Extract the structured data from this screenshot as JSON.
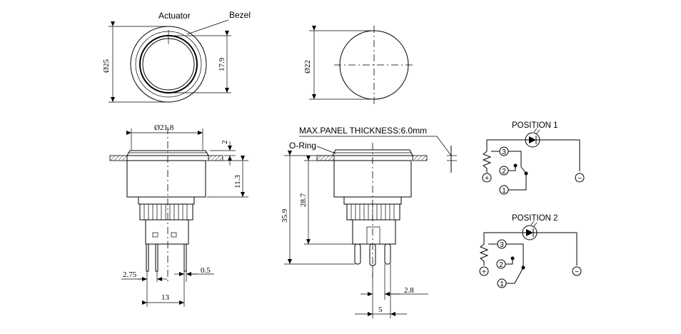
{
  "front_view": {
    "actuator_label": "Actuator",
    "bezel_label": "Bezel",
    "dim_outer": "Ø25",
    "dim_inner": "17.9"
  },
  "panel_cutout": {
    "dim": "Ø22"
  },
  "side_view": {
    "dim_bezel_width": "Ø21.8",
    "dim_bezel_height": "2",
    "dim_body": "11.3",
    "dim_pin_offset": "2.75",
    "dim_pin_thickness": "0.5",
    "dim_pin_span": "13"
  },
  "section_view": {
    "panel_note": "MAX.PANEL THICKNESS:6.0mm",
    "oring_label": "O-Ring",
    "dim_total": "35.9",
    "dim_body": "28.7",
    "dim_pin_gap": "2.8",
    "dim_pin_pitch": "5"
  },
  "position1": {
    "title": "POSITION 1",
    "terminal_3": "3",
    "terminal_2": "2",
    "terminal_1": "1",
    "plus": "+",
    "minus": "−"
  },
  "position2": {
    "title": "POSITION 2",
    "terminal_3": "3",
    "terminal_2": "2",
    "terminal_1": "1",
    "plus": "+",
    "minus": "−"
  }
}
